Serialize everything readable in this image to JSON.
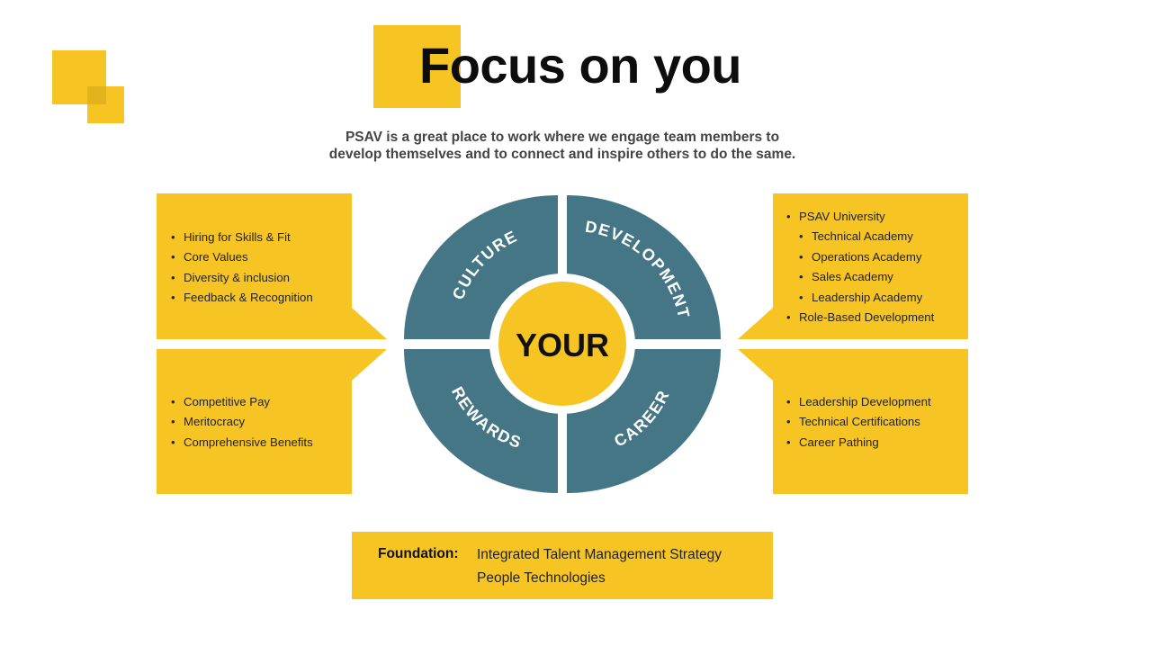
{
  "header": {
    "title": "Focus on you",
    "subtitle_lines": [
      "PSAV is a great place to work where we engage team members to",
      "develop themselves and to connect and inspire others to do the same."
    ]
  },
  "wheel": {
    "center_label": "YOUR",
    "segments": {
      "culture": "CULTURE",
      "development": "DEVELOPMENT",
      "rewards": "REWARDS",
      "career": "CAREER"
    }
  },
  "cards": {
    "culture": [
      "Hiring for Skills & Fit",
      "Core Values",
      "Diversity & inclusion",
      "Feedback & Recognition"
    ],
    "rewards": [
      "Competitive Pay",
      "Meritocracy",
      "Comprehensive Benefits"
    ],
    "development": [
      {
        "text": "PSAV University",
        "sub": false
      },
      {
        "text": "Technical Academy",
        "sub": true
      },
      {
        "text": "Operations Academy",
        "sub": true
      },
      {
        "text": "Sales Academy",
        "sub": true
      },
      {
        "text": "Leadership Academy",
        "sub": true
      },
      {
        "text": "Role-Based Development",
        "sub": false
      }
    ],
    "career": [
      "Leadership Development",
      "Technical Certifications",
      "Career Pathing"
    ]
  },
  "foundation": {
    "label": "Foundation:",
    "items": [
      "Integrated Talent Management Strategy",
      "People Technologies"
    ]
  },
  "colors": {
    "yellow": "#f6c524",
    "teal": "#457685",
    "text_dark": "#1c1c1c"
  }
}
